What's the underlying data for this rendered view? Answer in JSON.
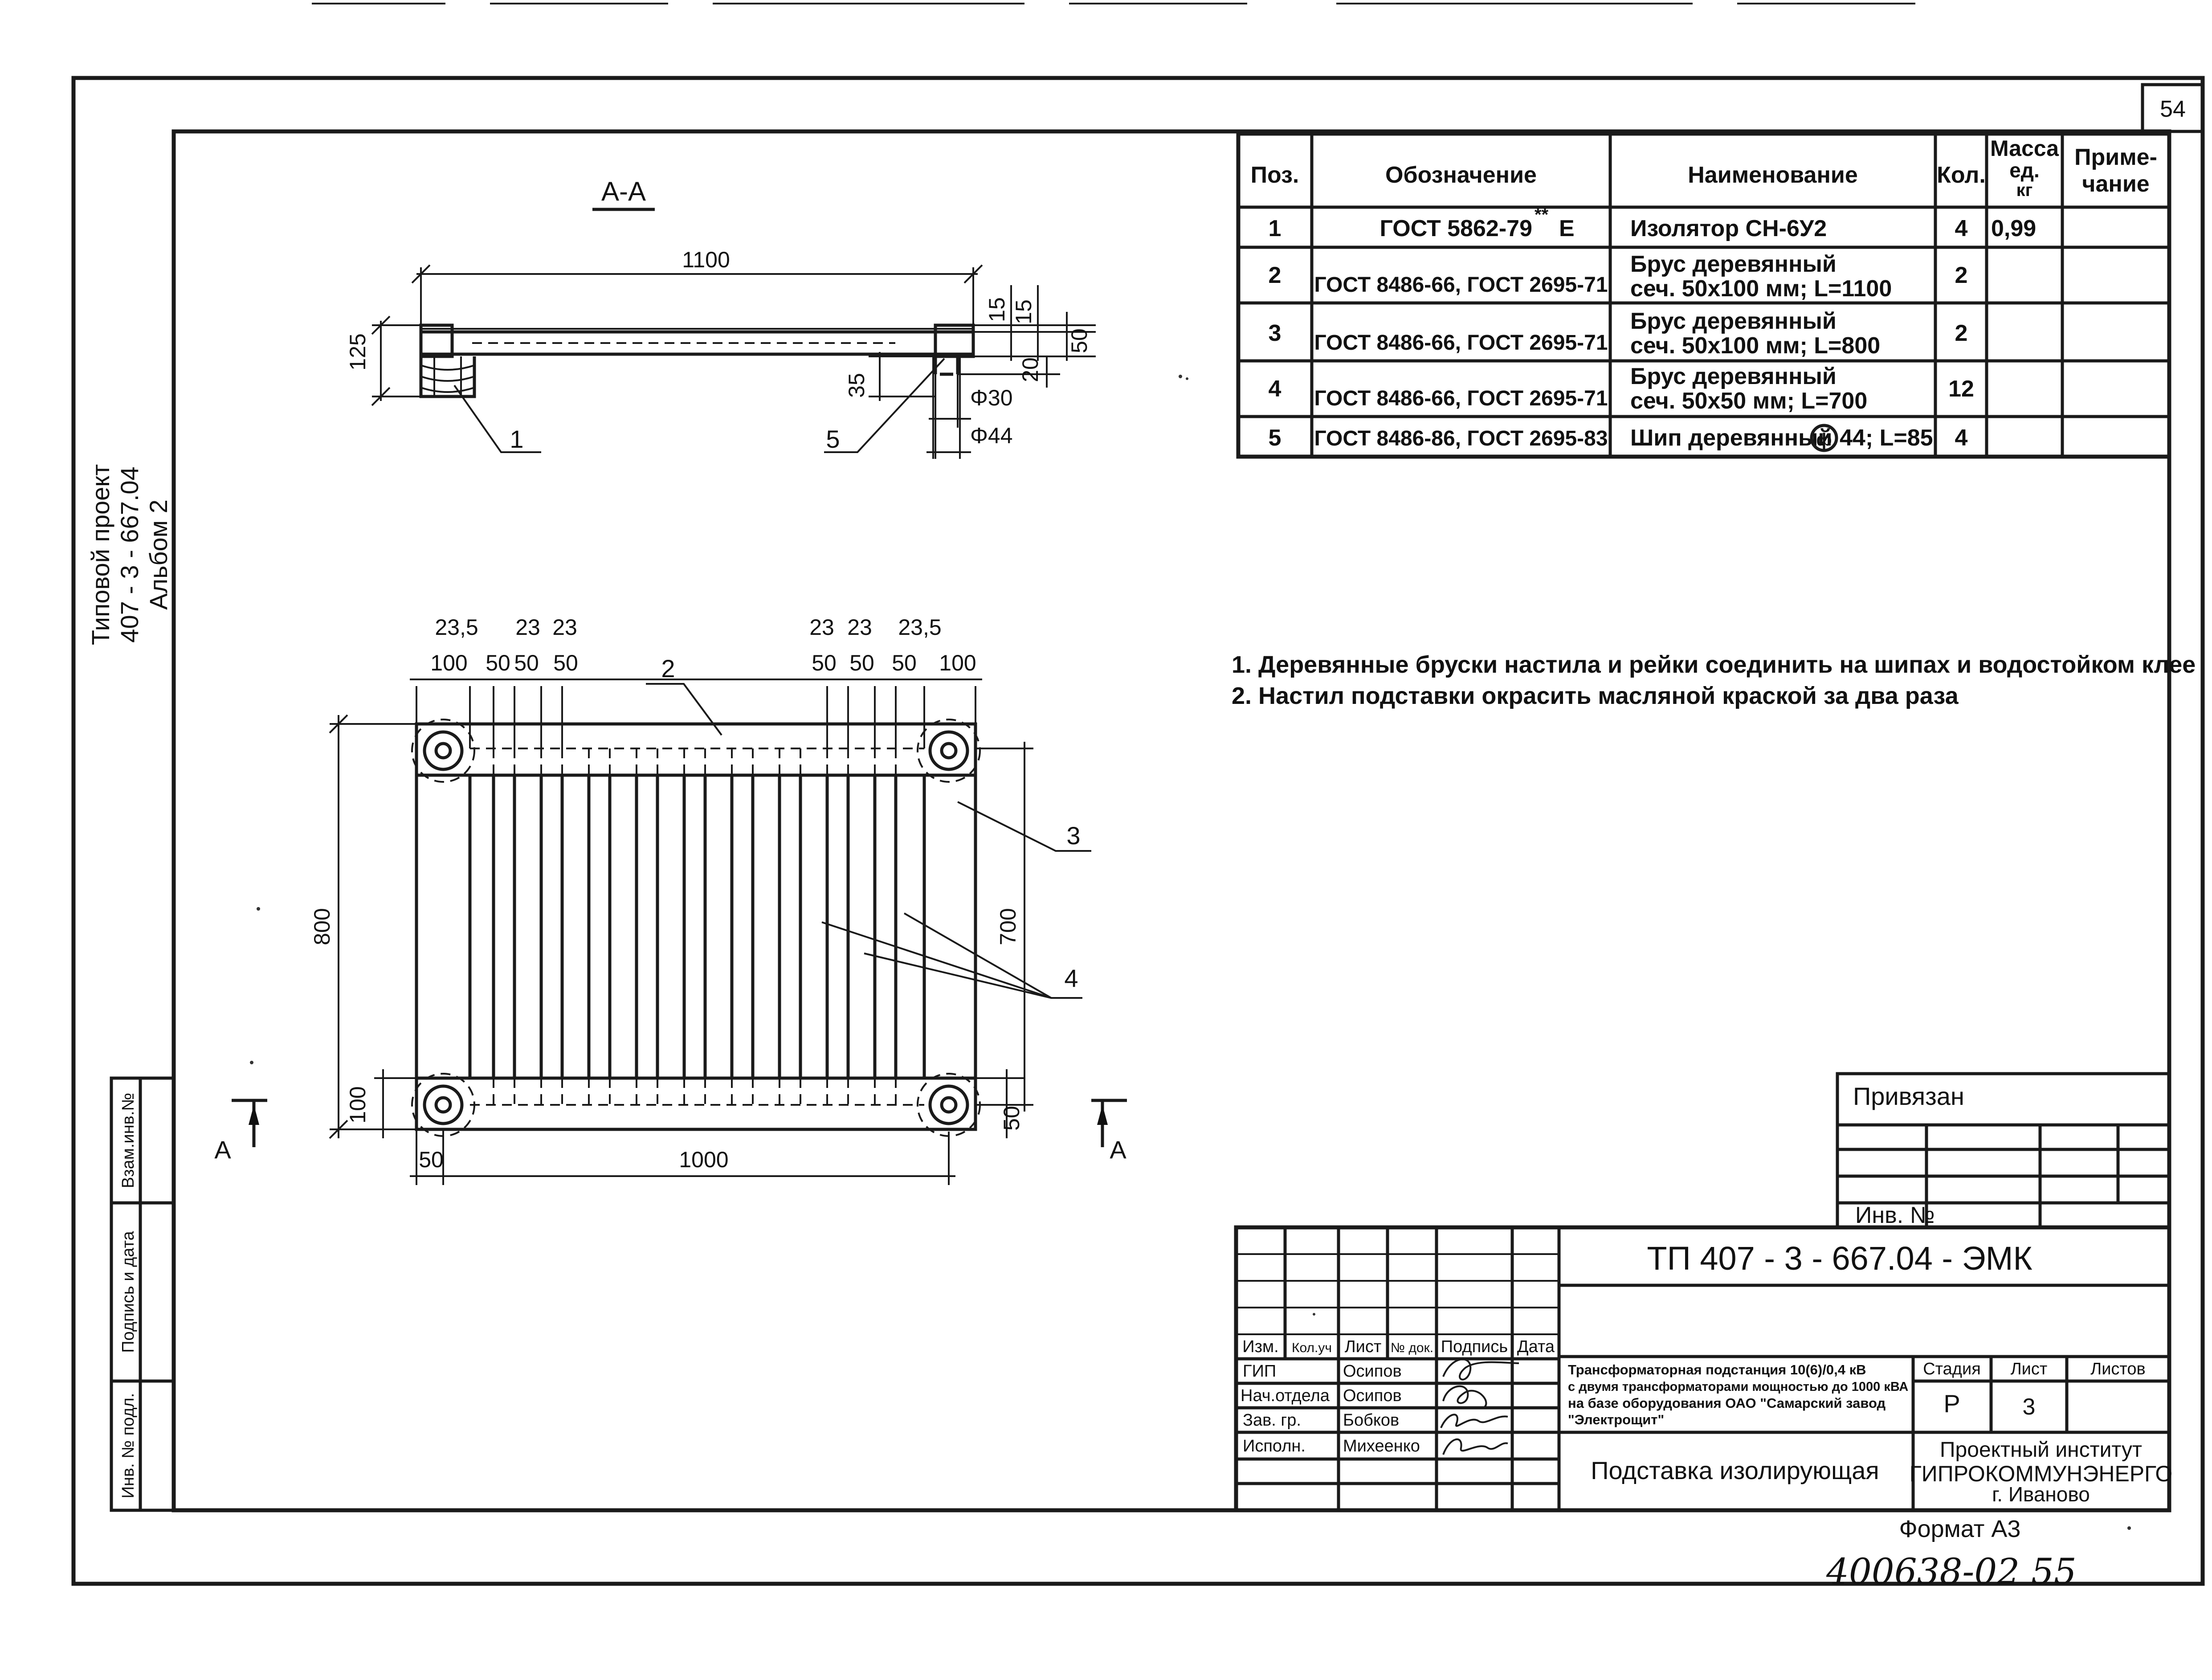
{
  "sheet_number": "54",
  "side_label": {
    "line1": "Типовой проект",
    "line2": "407 - 3 - 667.04",
    "line3": "Альбом 2"
  },
  "side_stamp": [
    "Взам.инв.№",
    "Подпись и дата",
    "Инв. № подл."
  ],
  "section": {
    "title": "А-А",
    "dims": [
      "1100",
      "125",
      "15",
      "15",
      "50",
      "35",
      "20",
      "Φ30",
      "Φ44"
    ],
    "callouts": [
      "1",
      "5"
    ]
  },
  "plan": {
    "top_dims": [
      "23,5",
      "23",
      "23",
      "100",
      "50",
      "50",
      "50",
      "23",
      "23",
      "23,5",
      "50",
      "50",
      "50",
      "100"
    ],
    "dims": [
      "800",
      "700",
      "100",
      "50",
      "50",
      "1000"
    ],
    "callouts": [
      "2",
      "3",
      "4"
    ],
    "section_marks": [
      "А",
      "А"
    ]
  },
  "spec": {
    "headers": [
      "Поз.",
      "Обозначение",
      "Наименование",
      "Кол.",
      "Масса ед. кг",
      "Приме- чание"
    ],
    "headers_split": {
      "mass1": "Масса",
      "mass2": "ед.",
      "mass3": "кг",
      "note1": "Приме-",
      "note2": "чание"
    },
    "rows": [
      {
        "pos": "1",
        "code": "ГОСТ 5862-79",
        "code_sup": "**",
        "code_suffix": "Е",
        "name1": "Изолятор СН-6У2",
        "name2": "",
        "qty": "4",
        "mass": "0,99",
        "note": ""
      },
      {
        "pos": "2",
        "code": "ГОСТ 8486-66, ГОСТ 2695-71",
        "name1": "Брус деревянный",
        "name2": "сеч. 50х100 мм; L=1100",
        "qty": "2",
        "mass": "",
        "note": ""
      },
      {
        "pos": "3",
        "code": "ГОСТ 8486-66, ГОСТ 2695-71",
        "name1": "Брус деревянный",
        "name2": "сеч. 50х100 мм; L=800",
        "qty": "2",
        "mass": "",
        "note": ""
      },
      {
        "pos": "4",
        "code": "ГОСТ 8486-66, ГОСТ 2695-71",
        "name1": "Брус деревянный",
        "name2": "сеч. 50х50 мм; L=700",
        "qty": "12",
        "mass": "",
        "note": ""
      },
      {
        "pos": "5",
        "code": "ГОСТ 8486-86, ГОСТ 2695-83",
        "name1": "Шип деревянный",
        "name_sym": "ф",
        "name_tail": "44; L=85",
        "name2": "",
        "qty": "4",
        "mass": "",
        "note": ""
      }
    ]
  },
  "notes": [
    "1. Деревянные бруски настила и рейки соединить на шипах и водостойком клее",
    "2. Настил подставки окрасить масляной краской за два раза"
  ],
  "binding": {
    "title": "Привязан",
    "inv_label": "Инв. №"
  },
  "title_block": {
    "doc_code": "ТП 407 - 3 - 667.04 - ЭМК",
    "headers": [
      "Изм.",
      "Кол.уч",
      "Лист",
      "№ док.",
      "Подпись",
      "Дата"
    ],
    "people": [
      {
        "role": "ГИП",
        "name": "Осипов"
      },
      {
        "role": "Нач.отдела",
        "name": "Осипов"
      },
      {
        "role": "Зав. гр.",
        "name": "Бобков"
      },
      {
        "role": "Исполн.",
        "name": "Михеенко"
      }
    ],
    "project_desc": [
      "Трансформаторная подстанция 10(6)/0,4 кВ",
      "с двумя трансформаторами мощностью до 1000 кВА",
      "на базе оборудования ОАО \"Самарский завод",
      "\"Электрощит\""
    ],
    "stage_label": "Стадия",
    "sheet_label": "Лист",
    "sheets_label": "Листов",
    "stage": "Р",
    "sheet": "3",
    "sheets": "",
    "drawing_name": "Подставка изолирующая",
    "org": [
      "Проектный институт",
      "ГИПРОКОММУНЭНЕРГО",
      "г. Иваново"
    ]
  },
  "format": "Формат А3",
  "archive_number": "400638-02",
  "archive_page": "55"
}
